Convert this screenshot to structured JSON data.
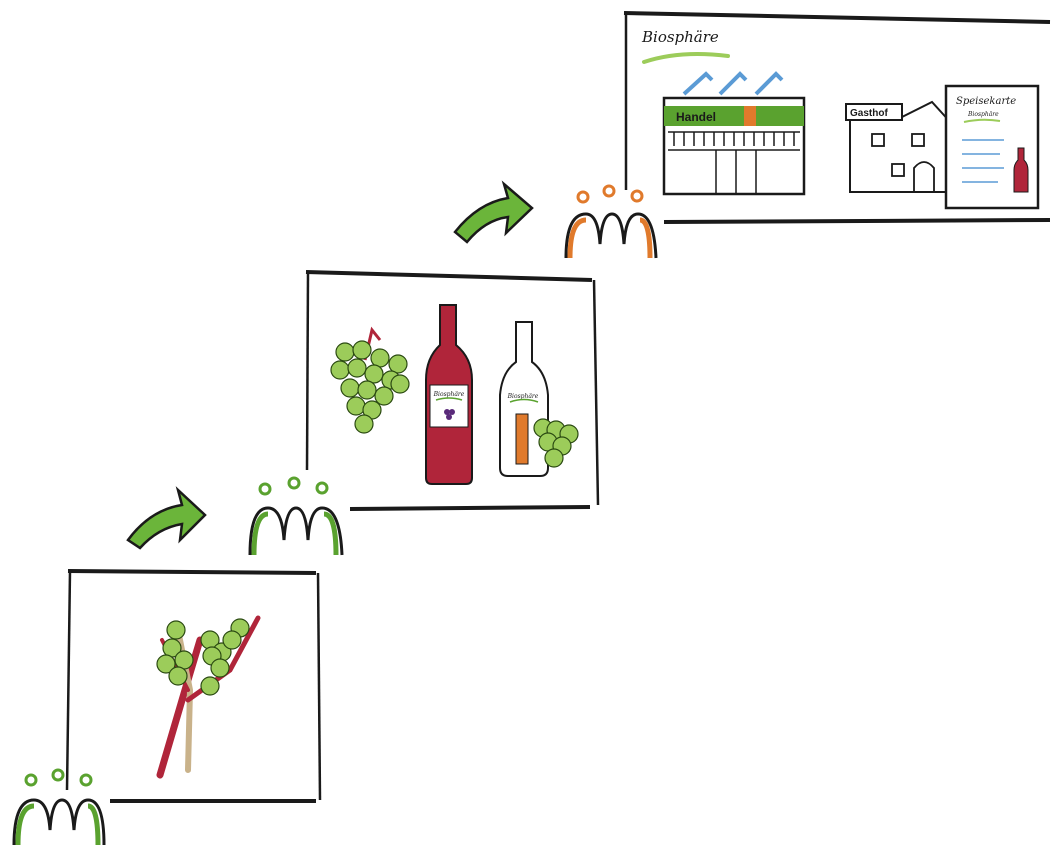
{
  "stages": [
    {
      "id": "vine",
      "people_color": "#5aa22f"
    },
    {
      "id": "wine",
      "people_color": "#5aa22f"
    },
    {
      "id": "trade",
      "people_color": "#e07a2c"
    }
  ],
  "labels": {
    "biosphere_title": "Biosphäre",
    "shop_sign": "Handel",
    "inn_sign": "Gasthof",
    "menu_title": "Speisekarte",
    "menu_sub": "Biosphäre",
    "wine_bottle_label": "Biosphäre",
    "white_bottle_label": "Biosphäre"
  },
  "colors": {
    "green": "#5aa22f",
    "green_light": "#9ccc5a",
    "wine_red": "#b0253a",
    "orange": "#e07a2c",
    "blue": "#5b9bd5",
    "ink": "#1a1a1a"
  }
}
